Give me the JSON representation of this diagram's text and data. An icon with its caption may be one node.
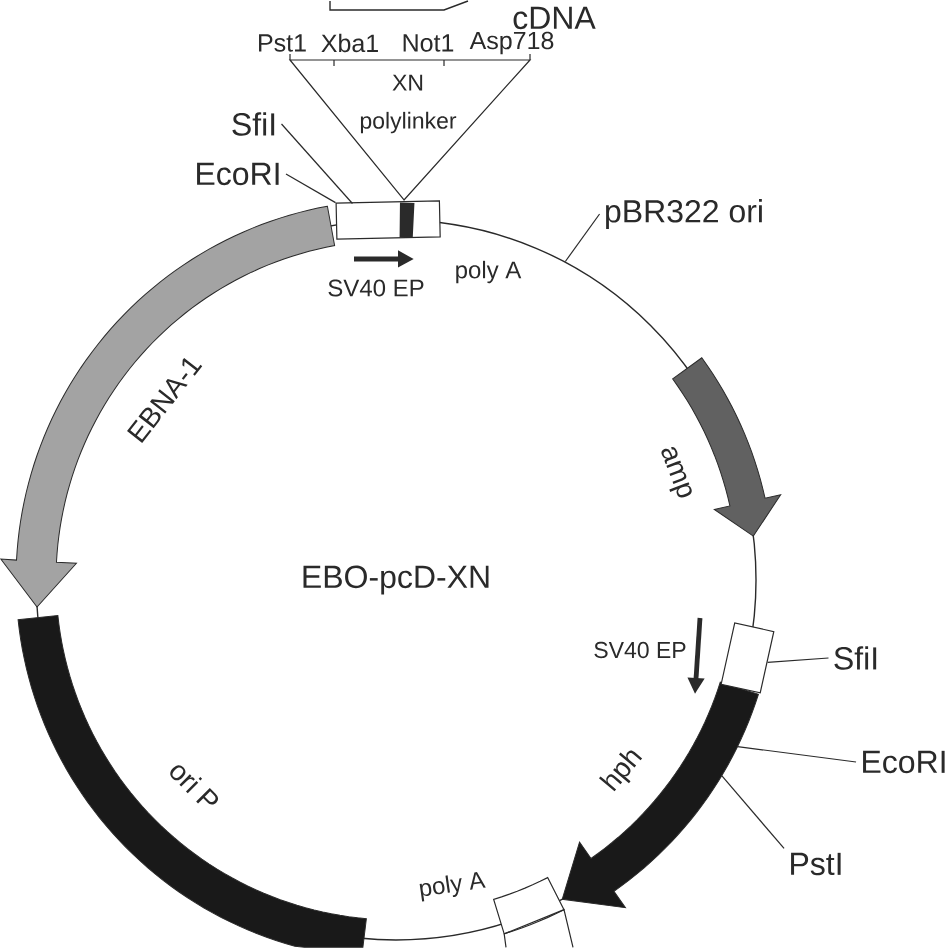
{
  "diagram": {
    "nodes": [
      {
        "text": [
          "cDNA"
        ]
      },
      {
        "text": [
          "XN polylinker"
        ]
      },
      {
        "text": [
          "SfiI"
        ]
      },
      {
        "text": [
          "EcoRI"
        ]
      },
      {
        "text": [],
        "shape": "box"
      },
      {
        "text": [
          "pBR322 ori"
        ]
      },
      {
        "text": [
          "EBNA-1"
        ],
        "in": 8
      },
      {
        "text": [
          "amp"
        ],
        "in": 8
      },
      {
        "text": [
          "EBO-pcD-XN"
        ]
      },
      {
        "text": [],
        "shape": "box"
      },
      {
        "text": [
          "SfiI"
        ]
      },
      {
        "text": [
          "hph"
        ],
        "in": 8
      },
      {
        "text": [
          "EcoRI"
        ]
      },
      {
        "text": [
          "ori P"
        ],
        "in": 8
      },
      {
        "text": [
          "PstI"
        ]
      }
    ],
    "edges": [
      {
        "from": 2,
        "to": 4,
        "arrow": "none"
      },
      {
        "from": 3,
        "to": 4,
        "arrow": "none"
      },
      {
        "from": 5,
        "to": 8,
        "arrow": "none"
      },
      {
        "from": 10,
        "to": 9,
        "arrow": "none"
      },
      {
        "from": 12,
        "to": 11,
        "arrow": "none"
      },
      {
        "from": 14,
        "to": 11,
        "arrow": "none"
      }
    ],
    "labels": [
      "Pst1",
      "Xba1",
      "Not1",
      "Asp718",
      "SV40 EP",
      "poly A",
      "SV40 EP",
      "poly A"
    ]
  }
}
